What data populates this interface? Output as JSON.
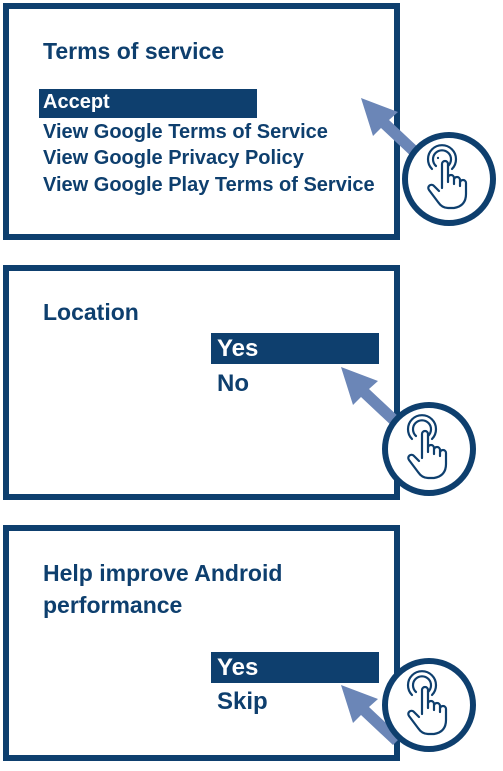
{
  "colors": {
    "primary": "#0e3f6e",
    "arrow": "#6b86b7",
    "background": "#ffffff"
  },
  "screens": [
    {
      "title": "Terms of service",
      "options": [
        {
          "label": "Accept",
          "selected": true
        },
        {
          "label": "View Google Terms of Service",
          "selected": false
        },
        {
          "label": "View Google Privacy Policy",
          "selected": false
        },
        {
          "label": "View Google Play Terms of Service",
          "selected": false
        }
      ]
    },
    {
      "title": "Location",
      "options": [
        {
          "label": "Yes",
          "selected": true
        },
        {
          "label": "No",
          "selected": false
        }
      ]
    },
    {
      "title": "Help improve Android performance",
      "options": [
        {
          "label": "Yes",
          "selected": true
        },
        {
          "label": "Skip",
          "selected": false
        }
      ]
    }
  ],
  "icons": {
    "pointer": "arrow-pointer-icon",
    "gesture": "hand-tap-icon"
  }
}
